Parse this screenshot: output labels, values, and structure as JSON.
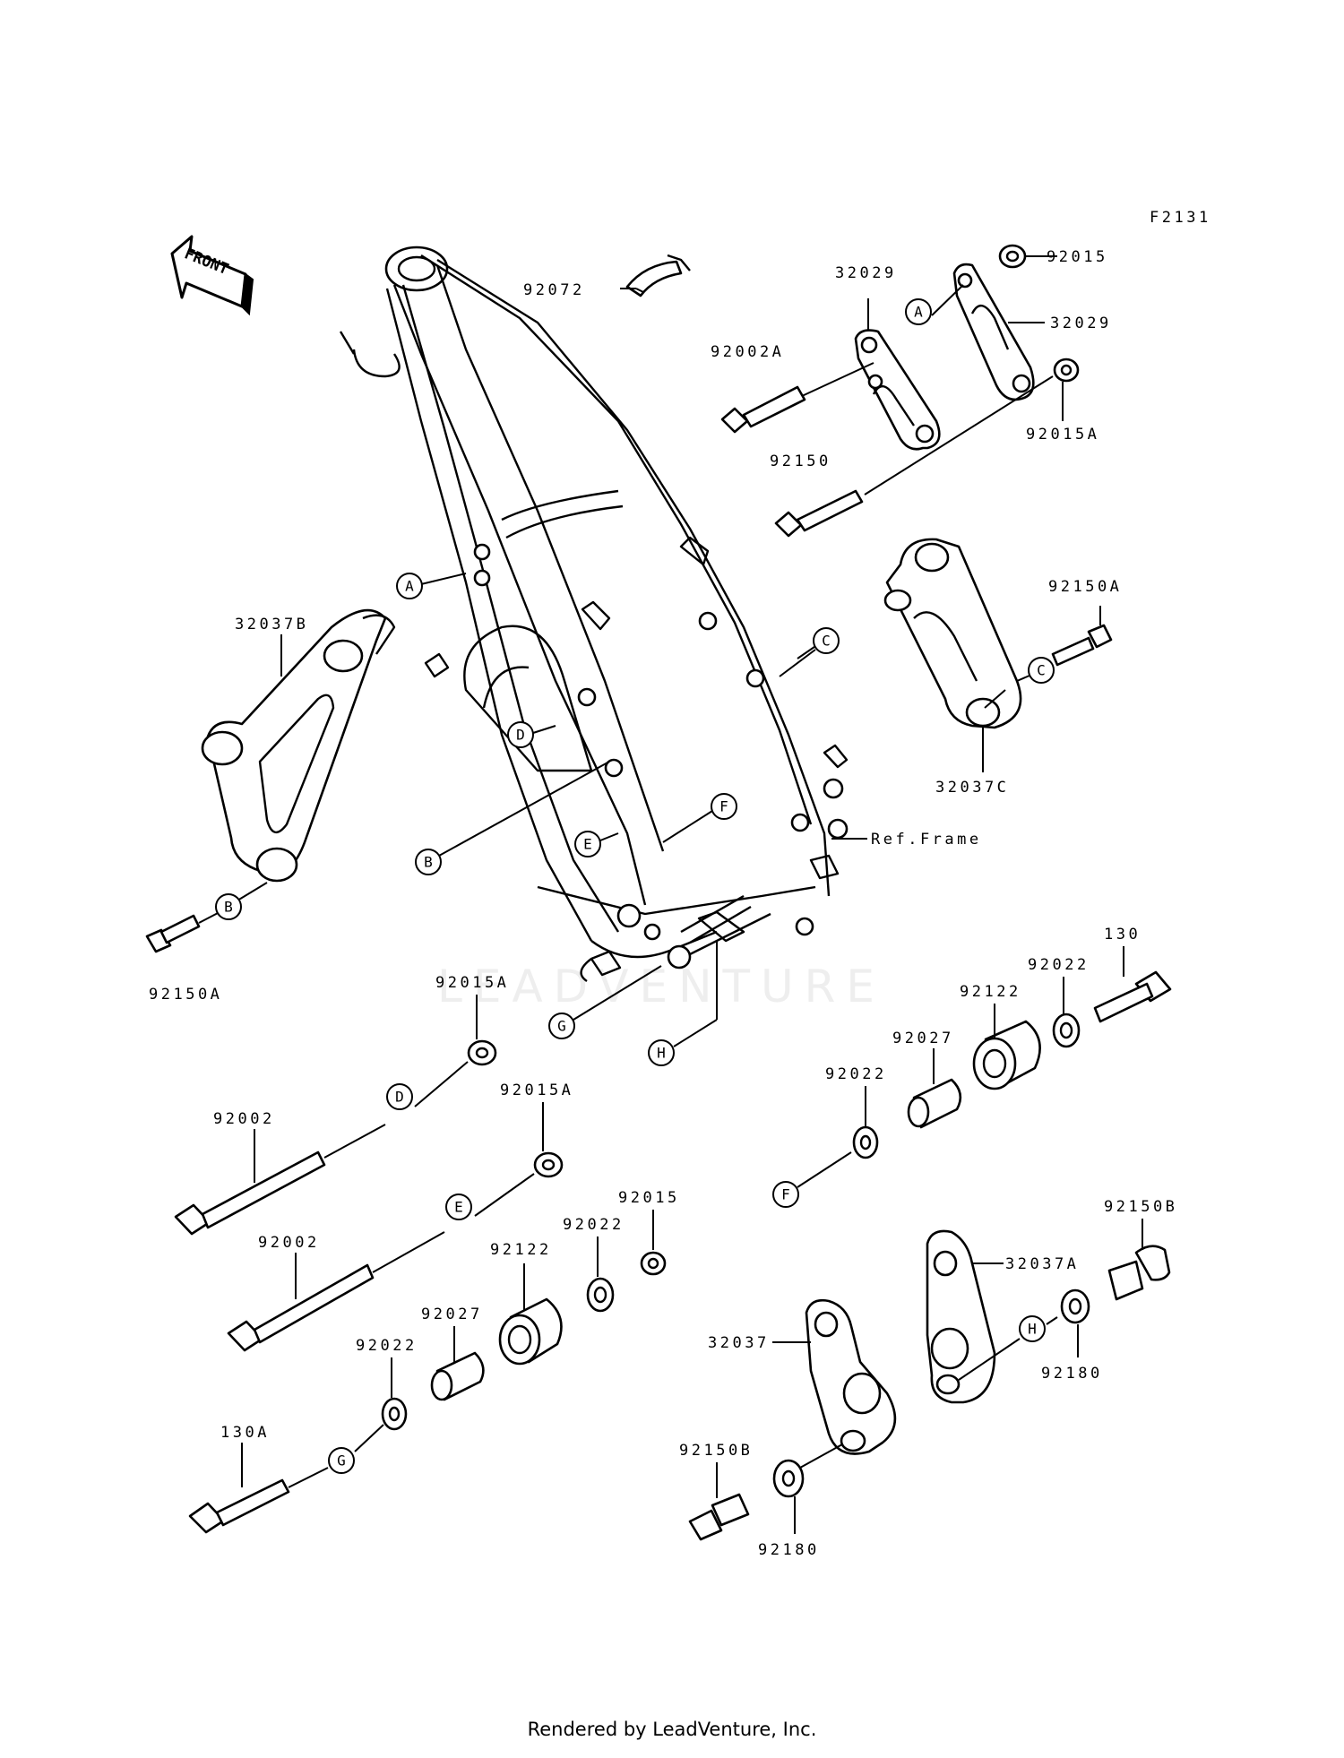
{
  "diagram_code": "F2131",
  "front_marker": "FRONT",
  "watermark": "LEADVENTURE",
  "footer": "Rendered by LeadVenture, Inc.",
  "frame_label": "Ref.Frame",
  "parts": {
    "p92072": "92072",
    "p32029_left": "32029",
    "p32029_right": "32029",
    "p92015_top": "92015",
    "p92002A": "92002A",
    "p92015A_top": "92015A",
    "p92150_top": "92150",
    "p92150A_right": "92150A",
    "p32037C": "32037C",
    "p32037B": "32037B",
    "p92150A_left": "92150A",
    "p92015A_mid": "92015A",
    "p92002_upper": "92002",
    "p92015A_lower": "92015A",
    "p92002_lower": "92002",
    "p92015_mid": "92015",
    "p92022_mid": "92022",
    "p92122_mid": "92122",
    "p92027_mid": "92027",
    "p92022_low": "92022",
    "p130A": "130A",
    "p130": "130",
    "p92022_right": "92022",
    "p92122_right": "92122",
    "p92027_right": "92027",
    "p92022_right_low": "92022",
    "p92150B_right": "92150B",
    "p32037A": "32037A",
    "p92180_right": "92180",
    "p32037": "32037",
    "p92150B_low": "92150B",
    "p92180_low": "92180"
  },
  "refs": {
    "A1": "A",
    "A2": "A",
    "B1": "B",
    "B2": "B",
    "C1": "C",
    "C2": "C",
    "D1": "D",
    "D2": "D",
    "E1": "E",
    "E2": "E",
    "F1": "F",
    "F2": "F",
    "G1": "G",
    "G2": "G",
    "H1": "H",
    "H2": "H"
  }
}
